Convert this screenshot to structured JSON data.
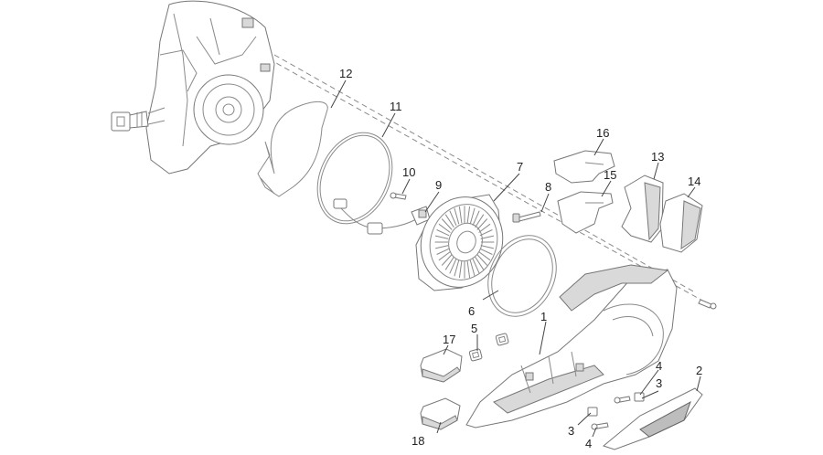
{
  "callouts": [
    {
      "id": "c1",
      "text": "1"
    },
    {
      "id": "c2",
      "text": "2"
    },
    {
      "id": "c3a",
      "text": "3"
    },
    {
      "id": "c3b",
      "text": "3"
    },
    {
      "id": "c4a",
      "text": "4"
    },
    {
      "id": "c4b",
      "text": "4"
    },
    {
      "id": "c5",
      "text": "5"
    },
    {
      "id": "c6",
      "text": "6"
    },
    {
      "id": "c7",
      "text": "7"
    },
    {
      "id": "c8",
      "text": "8"
    },
    {
      "id": "c9",
      "text": "9"
    },
    {
      "id": "c10",
      "text": "10"
    },
    {
      "id": "c11",
      "text": "11"
    },
    {
      "id": "c12",
      "text": "12"
    },
    {
      "id": "c13",
      "text": "13"
    },
    {
      "id": "c14",
      "text": "14"
    },
    {
      "id": "c15",
      "text": "15"
    },
    {
      "id": "c16",
      "text": "16"
    },
    {
      "id": "c17",
      "text": "17"
    },
    {
      "id": "c18",
      "text": "18"
    }
  ]
}
